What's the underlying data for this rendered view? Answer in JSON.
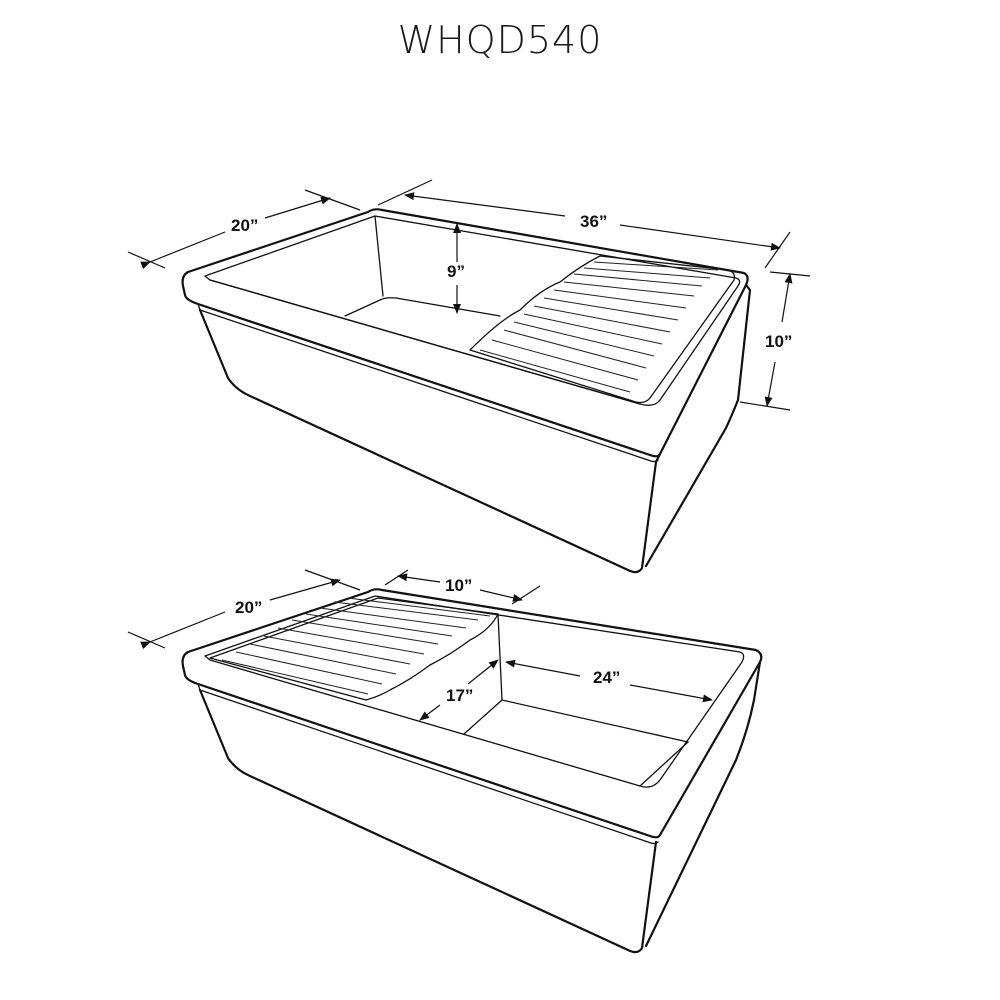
{
  "title": "WHQD540",
  "views": [
    {
      "name": "top-view-drainboard-right",
      "dimensions": {
        "depth": "20”",
        "width": "36”",
        "bowl_depth": "9”",
        "height": "10”"
      }
    },
    {
      "name": "bottom-view-drainboard-left",
      "dimensions": {
        "depth": "20”",
        "drainboard_width": "10”",
        "bowl_front_to_back": "17”",
        "bowl_width": "24”"
      }
    }
  ],
  "colors": {
    "line": "#111111",
    "background": "#ffffff"
  }
}
